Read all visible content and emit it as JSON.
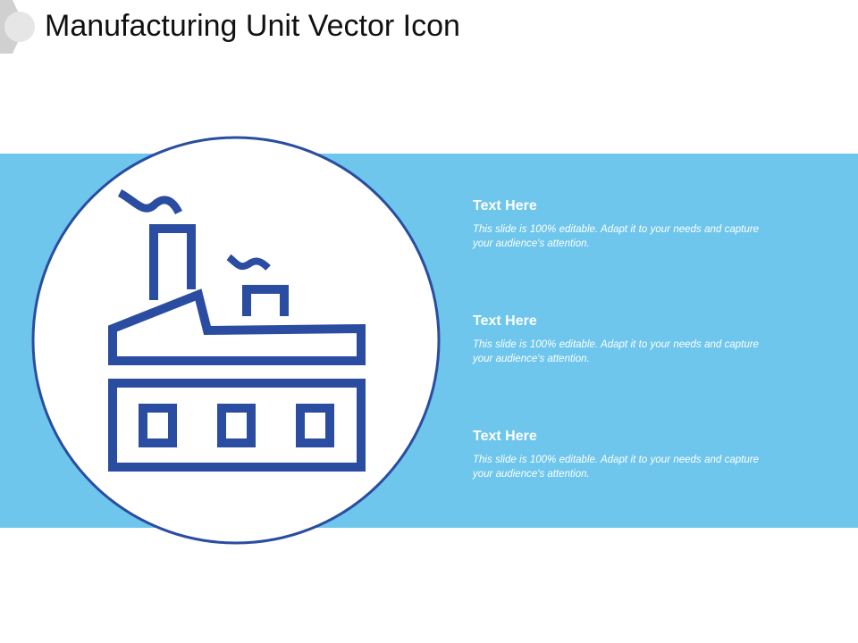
{
  "slide": {
    "title": "Manufacturing Unit Vector Icon"
  },
  "icon": {
    "name": "factory-icon",
    "color": "#2a4da1"
  },
  "colors": {
    "band": "#6ec6ec",
    "circle_outline": "#2a4da1",
    "text": "#ffffff",
    "title": "#111111"
  },
  "points": [
    {
      "heading": "Text Here",
      "body": "This slide is 100% editable. Adapt it to your needs and capture your audience's attention."
    },
    {
      "heading": "Text Here",
      "body": "This slide is 100% editable. Adapt it to your needs and capture your audience's attention."
    },
    {
      "heading": "Text Here",
      "body": "This slide is 100% editable. Adapt it to your needs and capture your audience's attention."
    }
  ]
}
